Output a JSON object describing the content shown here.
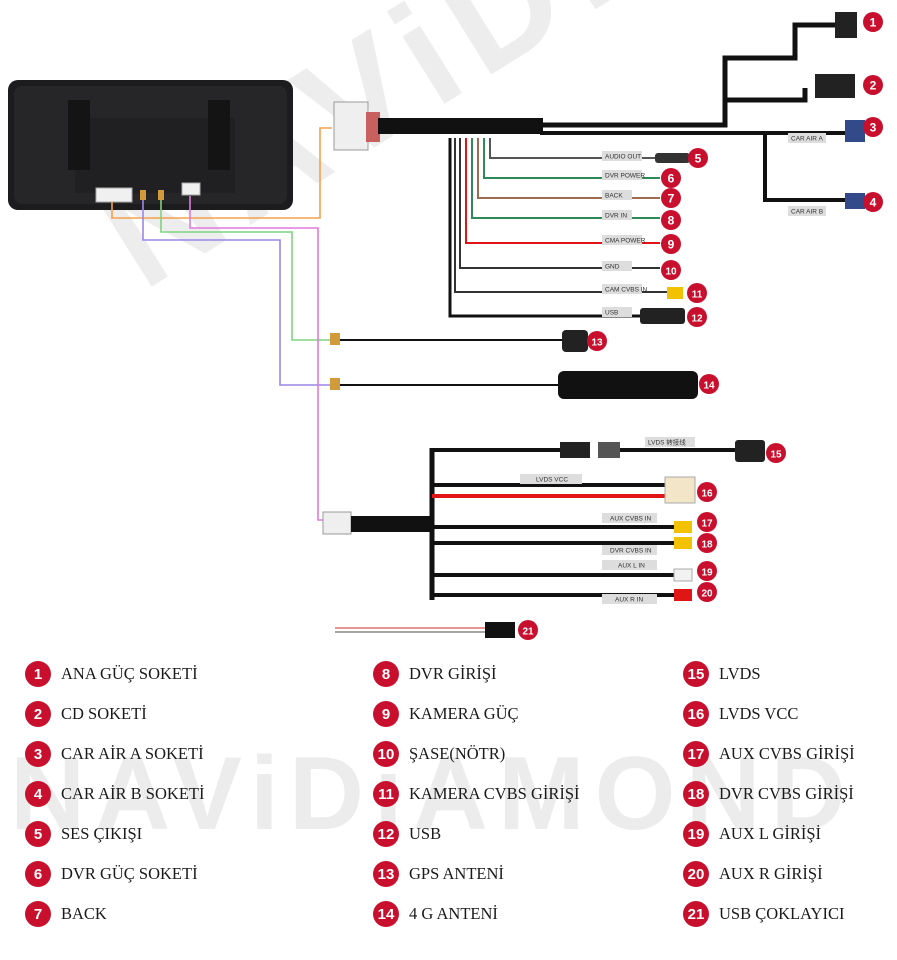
{
  "watermark": "NAViDiAMOND",
  "tags": {
    "audio_out": "AUDIO OUT",
    "dvr_power": "DVR POWER",
    "back": "BACK",
    "dvr_in": "DVR IN",
    "cma_power": "CMA POWER",
    "gnd": "GND",
    "cam_cvbs_in": "CAM CVBS IN",
    "usb": "USB",
    "car_air_a": "CAR AIR A",
    "car_air_b": "CAR AIR B",
    "lvds_cable": "LVDS 转接线",
    "lvds_vcc": "LVDS VCC",
    "aux_cvbs_in": "AUX CVBS IN",
    "dvr_cvbs_in": "DVR CVBS IN",
    "aux_l_in": "AUX L IN",
    "aux_r_in": "AUX R IN"
  },
  "legend": [
    {
      "num": "1",
      "label": "ANA GÜÇ SOKETİ"
    },
    {
      "num": "2",
      "label": "CD SOKETİ"
    },
    {
      "num": "3",
      "label": "CAR AİR A SOKETİ"
    },
    {
      "num": "4",
      "label": "CAR AİR B SOKETİ"
    },
    {
      "num": "5",
      "label": "SES ÇIKIŞI"
    },
    {
      "num": "6",
      "label": "DVR GÜÇ SOKETİ"
    },
    {
      "num": "7",
      "label": "BACK"
    },
    {
      "num": "8",
      "label": "DVR GİRİŞİ"
    },
    {
      "num": "9",
      "label": "KAMERA GÜÇ"
    },
    {
      "num": "10",
      "label": "ŞASE(NÖTR)"
    },
    {
      "num": "11",
      "label": "KAMERA CVBS GİRİŞİ"
    },
    {
      "num": "12",
      "label": "USB"
    },
    {
      "num": "13",
      "label": "GPS ANTENİ"
    },
    {
      "num": "14",
      "label": "4 G ANTENİ"
    },
    {
      "num": "15",
      "label": "LVDS"
    },
    {
      "num": "16",
      "label": "LVDS VCC"
    },
    {
      "num": "17",
      "label": "AUX CVBS GİRİŞİ"
    },
    {
      "num": "18",
      "label": "DVR CVBS GİRİŞİ"
    },
    {
      "num": "19",
      "label": "AUX L GİRİŞİ"
    },
    {
      "num": "20",
      "label": "AUX R GİRİŞİ"
    },
    {
      "num": "21",
      "label": "USB ÇOKLAYICI"
    }
  ],
  "colors": {
    "badge": "#c8102e",
    "orange_wire": "#f5a04a",
    "purple_wire": "#9b86e8",
    "green_wire": "#7ed37e",
    "pink_wire": "#e07be0",
    "red_wire": "#e01515",
    "yellow_rca": "#f2c200",
    "white_rca": "#f2f2f2",
    "red_rca": "#e01515"
  }
}
